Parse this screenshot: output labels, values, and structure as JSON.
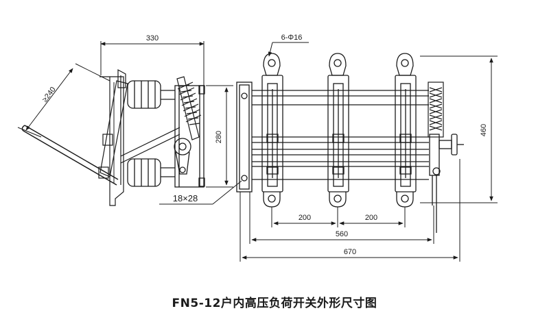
{
  "caption": "FN5-12户内高压负荷开关外形尺寸图",
  "dimensions": {
    "side_width": "330",
    "swing_radius": "≥240",
    "side_height": "280",
    "slot": "18×28",
    "holes": "6-Φ16",
    "front_height": "460",
    "pole_pitch_1": "200",
    "pole_pitch_2": "200",
    "inner_length": "560",
    "overall_length": "670"
  }
}
